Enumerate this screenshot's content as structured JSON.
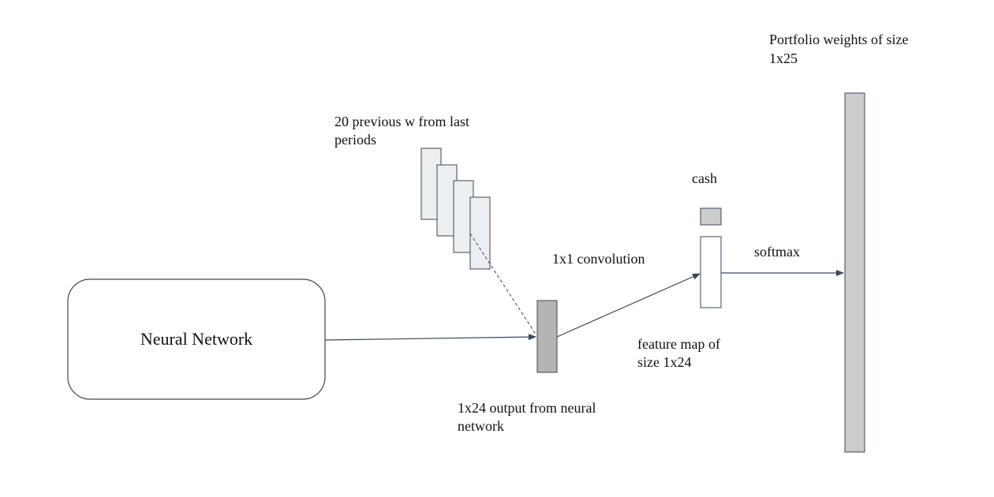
{
  "labels": {
    "neural_network": "Neural Network",
    "previous_w": [
      "20 previous w from last",
      "periods"
    ],
    "output": [
      "1x24 output from neural",
      "network"
    ],
    "convolution": "1x1 convolution",
    "cash": "cash",
    "feature_map": [
      "feature map of",
      "size 1x24"
    ],
    "softmax": "softmax",
    "portfolio_weights": [
      "Portfolio weights of size",
      "1x25"
    ]
  },
  "colors": {
    "stroke": "#3d4757",
    "stack_fill": "#eceff1",
    "output_fill": "#b4b4b4",
    "cash_fill": "#cccccc",
    "portfolio_fill": "#cccccc",
    "background": "#ffffff"
  }
}
